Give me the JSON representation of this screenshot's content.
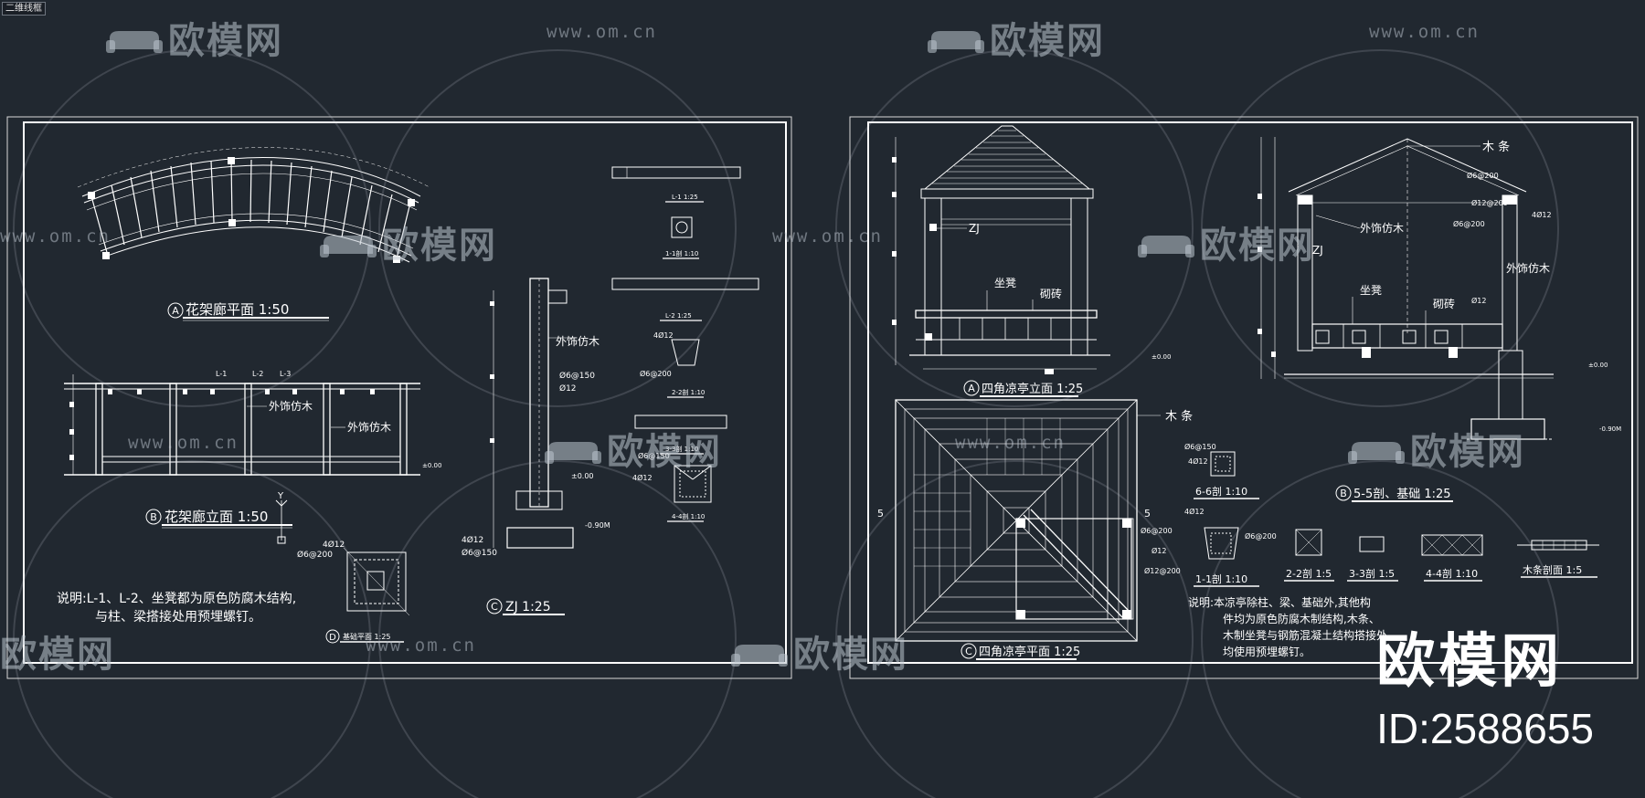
{
  "tab_label": "二维线框",
  "watermark": {
    "logo_text": "欧模网",
    "url_text": "www.om.cn"
  },
  "brand": {
    "name": "欧模网",
    "id_text": "ID:2588655"
  },
  "sheet1": {
    "plan_title": "花架廊平面  1:50",
    "plan_marker": "A",
    "elev_title": "花架廊立面  1:50",
    "elev_marker": "B",
    "zj_title": "ZJ  1:25",
    "zj_marker": "C",
    "detail_d_title": "基础平面 1:25",
    "detail_d_marker": "D",
    "note_line1": "说明:L-1、L-2、坐凳都为原色防腐木结构,",
    "note_line2": "与柱、梁搭接处用预埋螺钉。",
    "label_outer_wood_1": "外饰仿木",
    "label_outer_wood_2": "外饰仿木",
    "label_outer_wood_3": "外饰仿木",
    "section_1_1": "1-1剖 1:10",
    "section_l1": "L-1 1:25",
    "section_l2": "L-2 1:25",
    "section_2_2": "2-2剖 1:10",
    "section_3_3": "3-3剖 1:10",
    "section_4_4": "4-4剖 1:10",
    "rebar_1": "4Ø12",
    "rebar_2": "Ø6@200",
    "rebar_3": "Ø6@150",
    "rebar_4": "Ø12",
    "rebar_5": "4Ø12",
    "rebar_6": "Ø6@150",
    "rebar_7": "4Ø12",
    "rebar_8": "Ø6@150",
    "level_1": "±0.00",
    "level_2": "-0.90M",
    "y_axis": "Y",
    "l_1": "L-1",
    "l_2": "L-2",
    "l_3": "L-3"
  },
  "sheet2": {
    "elev_title": "四角凉亭立面  1:25",
    "elev_marker": "A",
    "section_title": "5-5剖、基础  1:25",
    "section_marker": "B",
    "plan_title": "四角凉亭平面  1:25",
    "plan_marker": "C",
    "label_zj": "ZJ",
    "label_seat": "坐凳",
    "label_brick": "砌砖",
    "label_zj_2": "ZJ",
    "label_seat_2": "坐凳",
    "label_brick_2": "砌砖",
    "label_outer_wood_1": "外饰仿木",
    "label_outer_wood_2": "外饰仿木",
    "label_wood_strip_1": "木 条",
    "label_wood_strip_2": "木 条",
    "rebar_a": "Ø6@200",
    "rebar_b": "Ø12@200",
    "rebar_c": "Ø6@200",
    "rebar_d": "4Ø12",
    "rebar_e": "Ø12",
    "rebar_f": "4Ø12",
    "rebar_g": "Ø6@150",
    "rebar_h": "4Ø12",
    "rebar_i": "Ø6@200",
    "rebar_j": "Ø12",
    "rebar_k": "Ø12@200",
    "section_6_6": "6-6剖 1:10",
    "section_1_1": "1-1剖 1:10",
    "section_2_2": "2-2剖 1:5",
    "section_3_3": "3-3剖 1:5",
    "section_4_4": "4-4剖 1:10",
    "section_strip": "木条剖面 1:5",
    "note_line1": "说明:本凉亭除柱、梁、基础外,其他构",
    "note_line2": "件均为原色防腐木制结构,木条、",
    "note_line3": "木制坐凳与钢筋混凝土结构搭接处",
    "note_line4": "均使用预埋螺钉。",
    "cut_5a": "5",
    "cut_5b": "5",
    "level_1": "±0.00",
    "level_2": "-0.90M"
  }
}
